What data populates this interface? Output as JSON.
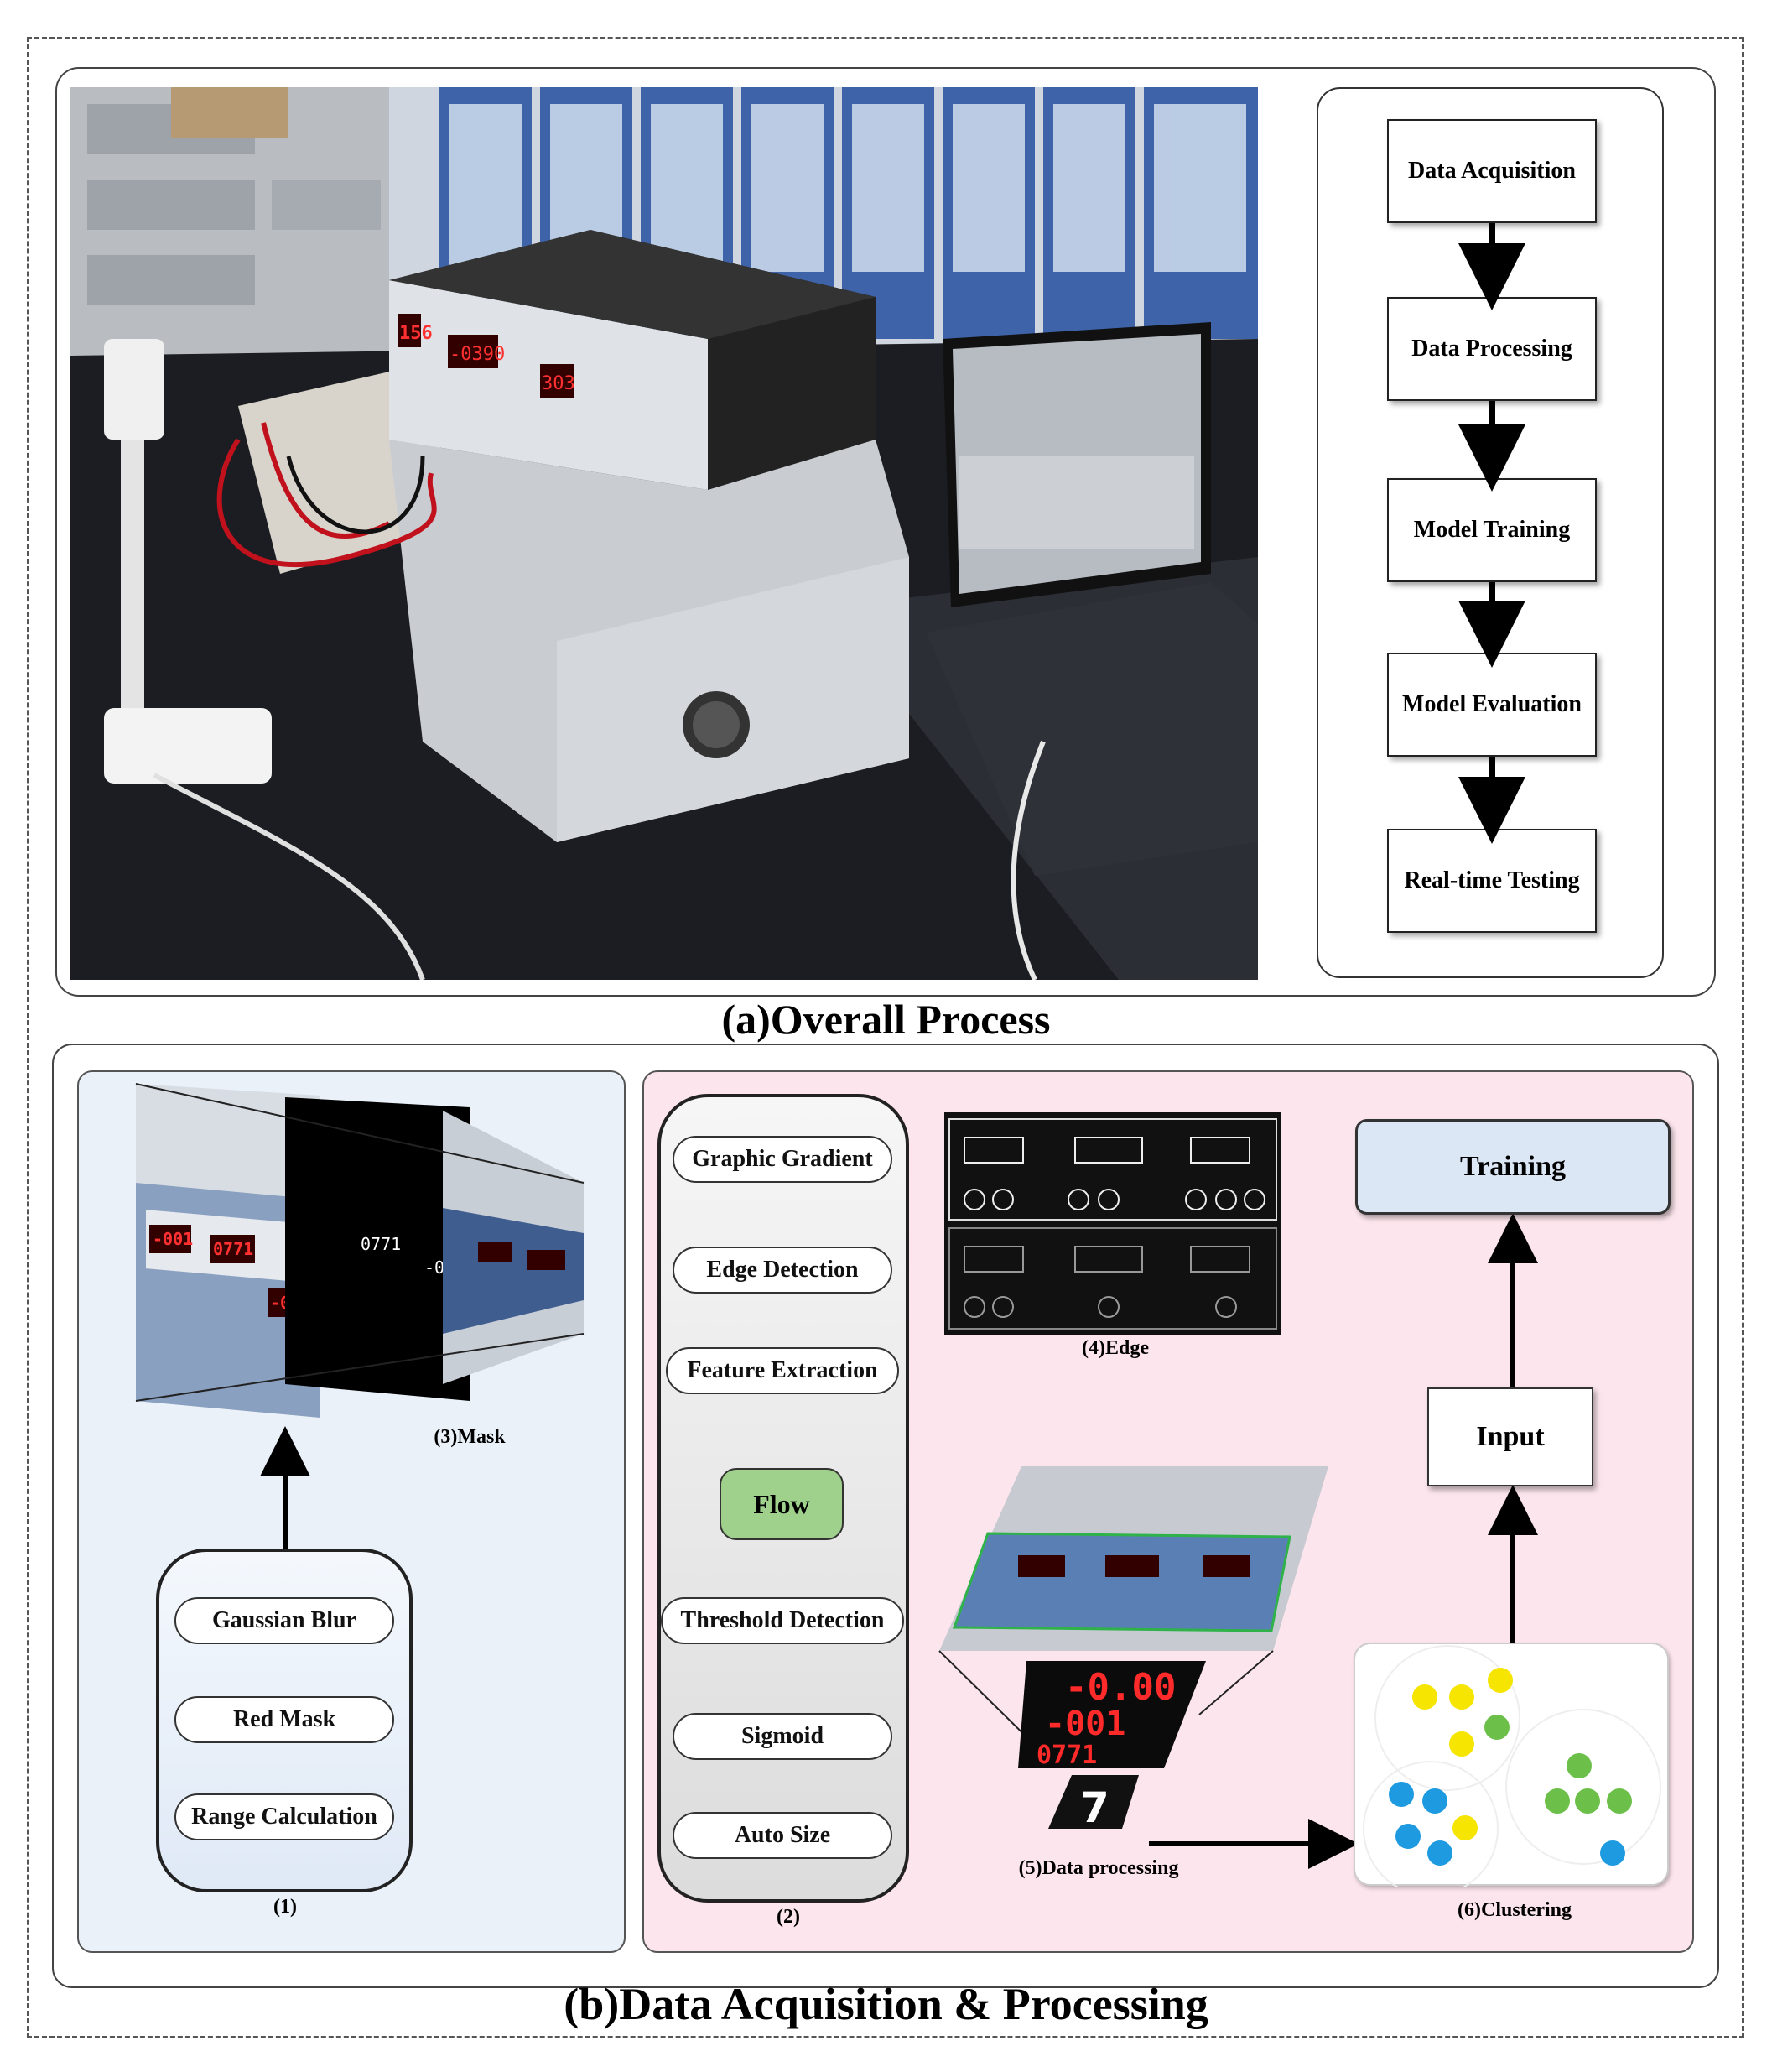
{
  "panel_a": {
    "caption": "(a)Overall Process",
    "steps": [
      "Data Acquisition",
      "Data Processing",
      "Model Training",
      "Model Evaluation",
      "Real-time Testing"
    ],
    "photo_readings": [
      "156",
      "-0390",
      "303"
    ]
  },
  "panel_b": {
    "caption": "(b)Data Acquisition & Processing",
    "part1": {
      "caption": "(1)",
      "steps": [
        "Gaussian Blur",
        "Red Mask",
        "Range Calculation"
      ],
      "mask_caption": "(3)Mask",
      "readings": [
        "-001",
        "0771",
        "-000"
      ]
    },
    "part2": {
      "caption": "(2)",
      "steps": [
        "Graphic Gradient",
        "Edge Detection",
        "Feature Extraction"
      ],
      "flow_label": "Flow",
      "steps_after": [
        "Threshold Detection",
        "Sigmoid",
        "Auto Size"
      ]
    },
    "edge_caption": "(4)Edge",
    "processing_caption": "(5)Data processing",
    "digits": [
      "-0.00",
      "-001",
      "0771"
    ],
    "single_digit": "7",
    "clustering_caption": "(6)Clustering",
    "input_label": "Input",
    "training_label": "Training"
  },
  "colors": {
    "left_panel_bg": "#eaf1f9",
    "right_panel_bg": "#fce5ec",
    "flow_green": "#9fd18c",
    "cluster_yellow": "#f5e500",
    "cluster_green": "#6cc04a",
    "cluster_blue": "#1e9be0"
  }
}
